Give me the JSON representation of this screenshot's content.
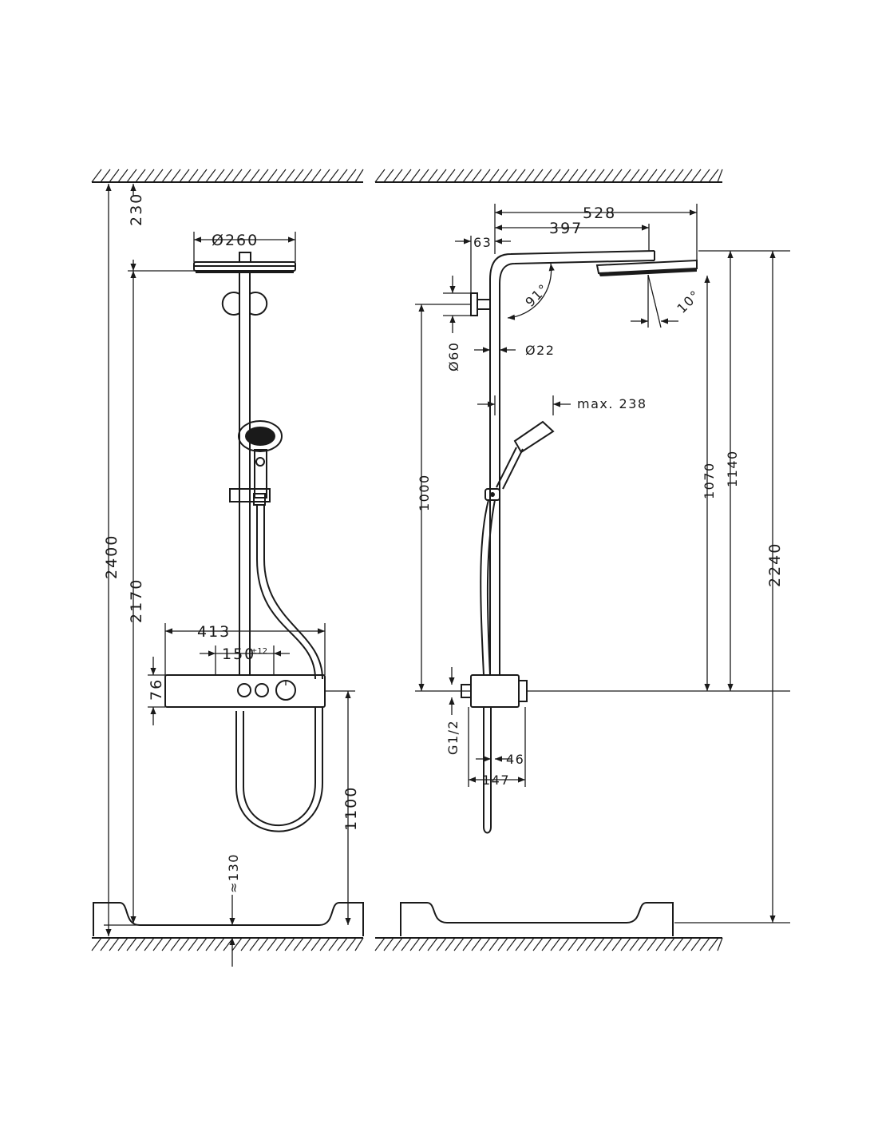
{
  "front_view": {
    "dim_ceiling_to_head": "230",
    "dim_head_diameter": "Ø260",
    "dim_total_height": "2400",
    "dim_head_to_floor": "2170",
    "dim_shelf_width": "413",
    "dim_valve_spacing": "150",
    "dim_valve_spacing_tolerance": "±12",
    "dim_shelf_height": "76",
    "dim_shelf_to_floor": "1100",
    "dim_floor_approx": "≈130"
  },
  "side_view": {
    "dim_arm_total": "528",
    "dim_arm_to_head": "397",
    "dim_wall_offset": "63",
    "dim_arm_angle": "91°",
    "dim_head_tilt": "10°",
    "dim_bracket_diameter": "Ø60",
    "dim_pipe_diameter": "Ø22",
    "dim_handshower_max": "max. 238",
    "dim_bracket_to_shelf": "1000",
    "dim_arm_to_shelf": "1070",
    "dim_head_to_shelf": "1140",
    "dim_head_to_floor": "2240",
    "dim_thread": "G1/2",
    "dim_outlet_depth": "46",
    "dim_body_depth": "147"
  }
}
